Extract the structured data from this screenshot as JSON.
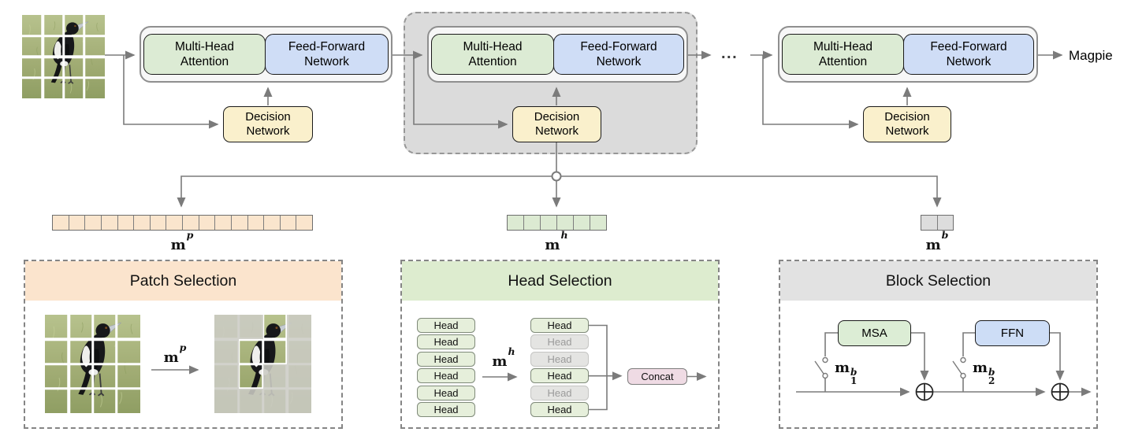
{
  "pipeline": {
    "mha": {
      "line1": "Multi-Head",
      "line2": "Attention"
    },
    "ffn": {
      "line1": "Feed-Forward",
      "line2": "Network"
    },
    "dn": {
      "line1": "Decision",
      "line2": "Network"
    },
    "ellipsis": "...",
    "output_label": "Magpie"
  },
  "masks": {
    "patch": {
      "base": "m",
      "sup": "p",
      "cells": 16
    },
    "head": {
      "base": "m",
      "sup": "h",
      "cells": 6
    },
    "block": {
      "base": "m",
      "sup": "b",
      "cells": 2
    }
  },
  "panels": {
    "patch": {
      "title": "Patch Selection",
      "arrow_base": "m",
      "arrow_sup": "p",
      "grid_size": 4,
      "selected_cells": [
        2,
        5,
        6,
        9
      ]
    },
    "head": {
      "title": "Head Selection",
      "head_label": "Head",
      "arrow_base": "m",
      "arrow_sup": "h",
      "left_heads": 6,
      "right_mask": [
        1,
        0,
        0,
        1,
        0,
        1
      ],
      "concat_label": "Concat"
    },
    "block": {
      "title": "Block Selection",
      "msa_label": "MSA",
      "ffn_label": "FFN",
      "switch1": {
        "base": "m",
        "sub": "1",
        "sup": "b"
      },
      "switch2": {
        "base": "m",
        "sub": "2",
        "sup": "b"
      }
    }
  },
  "colors": {
    "mha_fill": "#dcebd4",
    "ffn_fill": "#cfddf6",
    "dn_fill": "#faf0cc",
    "highlight_fill": "#dbdbdb",
    "line": "#7b7b7b",
    "strip_patch": "#fae5cd",
    "strip_head": "#dcead2",
    "strip_block": "#dddddd",
    "patch_header": "#fbe4cd",
    "head_header": "#ddeccf",
    "block_header": "#e2e2e2",
    "concat_fill": "#efdbe4"
  }
}
